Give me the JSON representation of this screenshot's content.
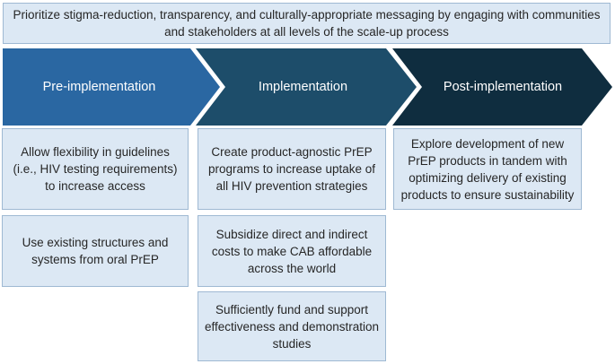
{
  "banner": "Prioritize stigma-reduction, transparency, and culturally-appropriate messaging by engaging with communities and stakeholders at all levels of the scale-up process",
  "phases": [
    {
      "label": "Pre-implementation",
      "color": "#2a67a2"
    },
    {
      "label": "Implementation",
      "color": "#1d4d6a"
    },
    {
      "label": "Post-implementation",
      "color": "#0f2d3f"
    }
  ],
  "pre_boxes": [
    "Allow flexibility in guidelines (i.e., HIV testing requirements) to increase access",
    "Use existing structures and systems from oral PrEP"
  ],
  "impl_boxes": [
    "Create product-agnostic PrEP programs to increase uptake of all HIV prevention strategies",
    "Subsidize direct and indirect costs to make CAB affordable across the world",
    "Sufficiently fund and support effectiveness and demonstration studies"
  ],
  "post_boxes": [
    "Explore development of new PrEP products in tandem with optimizing delivery of existing products to ensure sustainability"
  ]
}
